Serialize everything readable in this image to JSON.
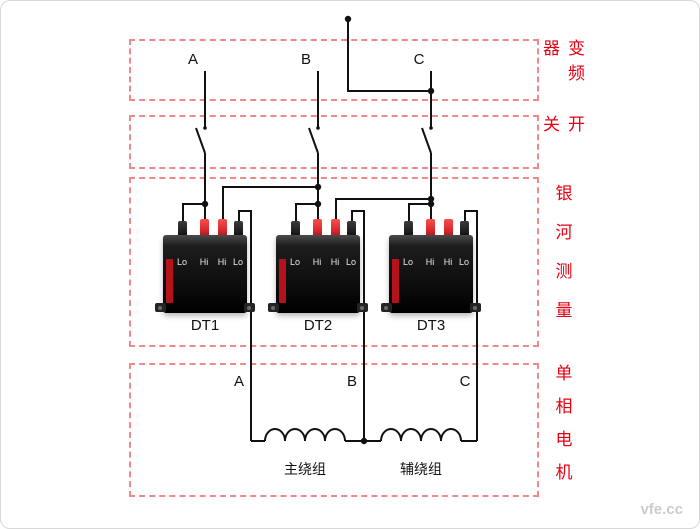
{
  "diagram": {
    "sections": [
      {
        "id": "inverter",
        "label": "变频器"
      },
      {
        "id": "switch",
        "label": "开关"
      },
      {
        "id": "measurement",
        "label": "银河测量"
      },
      {
        "id": "motor",
        "label": "单相电机"
      }
    ],
    "top_phases": [
      "A",
      "B",
      "C"
    ],
    "bottom_phases": [
      "A",
      "B",
      "C"
    ],
    "instruments": [
      {
        "name": "DT1",
        "terminals": [
          "Lo",
          "Hi",
          "Hi",
          "Lo"
        ]
      },
      {
        "name": "DT2",
        "terminals": [
          "Lo",
          "Hi",
          "Hi",
          "Lo"
        ]
      },
      {
        "name": "DT3",
        "terminals": [
          "Lo",
          "Hi",
          "Hi",
          "Lo"
        ]
      }
    ],
    "windings": {
      "main": "主绕组",
      "aux": "辅绕组"
    },
    "watermark": "vfe.cc",
    "colors": {
      "wire": "#111111",
      "box_border": "#f08a8a",
      "section_label": "#e60012",
      "terminal_red": "#b00e16",
      "device_black": "#141414"
    }
  }
}
